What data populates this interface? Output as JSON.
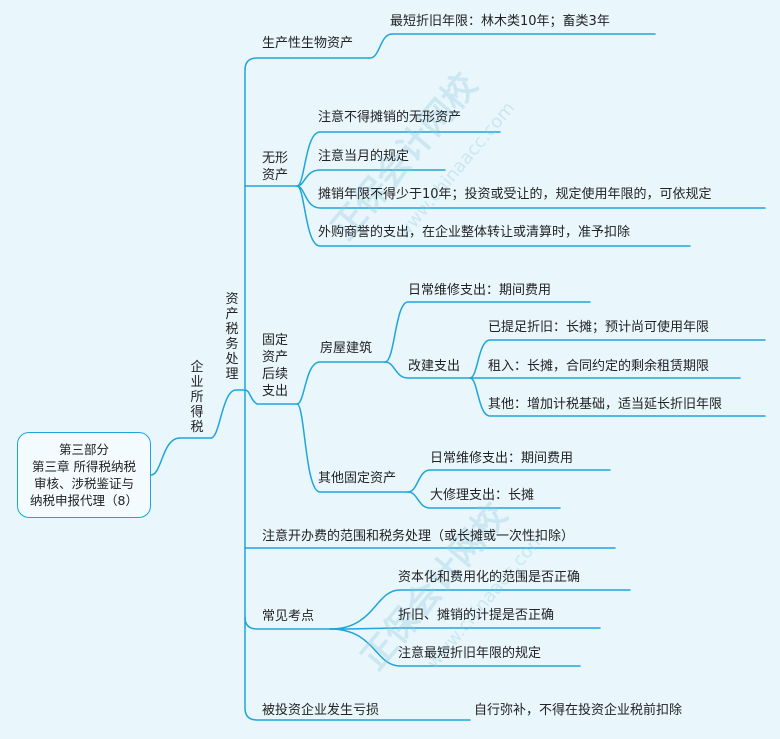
{
  "root": {
    "line1": "第三部分",
    "line2": "第三章  所得税纳税",
    "line3": "审核、涉税鉴证与",
    "line4": "纳税申报代理（8）"
  },
  "level1": "企业所得税",
  "level2": "资产税务处理",
  "branches": {
    "bio": {
      "label": "生产性生物资产",
      "child": "最短折旧年限：林木类10年；畜类3年"
    },
    "intangible": {
      "label": "无形资产",
      "children": [
        "注意不得摊销的无形资产",
        "注意当月的规定",
        "摊销年限不得少于10年；投资或受让的，规定使用年限的，可依规定",
        "外购商誉的支出，在企业整体转让或清算时，准予扣除"
      ]
    },
    "fixed": {
      "label": "固定资产后续支出",
      "house": {
        "label": "房屋建筑",
        "daily": "日常维修支出：期间费用",
        "improve": {
          "label": "改建支出",
          "children": [
            "已提足折旧：长摊；预计尚可使用年限",
            "租入：长摊，合同约定的剩余租赁期限",
            "其他：增加计税基础，适当延长折旧年限"
          ]
        }
      },
      "other": {
        "label": "其他固定资产",
        "children": [
          "日常维修支出：期间费用",
          "大修理支出：长摊"
        ]
      }
    },
    "startup": {
      "label": "注意开办费的范围和税务处理（或长摊或一次性扣除）"
    },
    "exam": {
      "label": "常见考点",
      "children": [
        "资本化和费用化的范围是否正确",
        "折旧、摊销的计提是否正确",
        "注意最短折旧年限的规定"
      ]
    },
    "loss": {
      "label": "被投资企业发生亏损",
      "child": "自行弥补，不得在投资企业税前扣除"
    }
  },
  "colors": {
    "line": "#1ea5d9",
    "background": "#e9f7fd",
    "text": "#222222"
  }
}
